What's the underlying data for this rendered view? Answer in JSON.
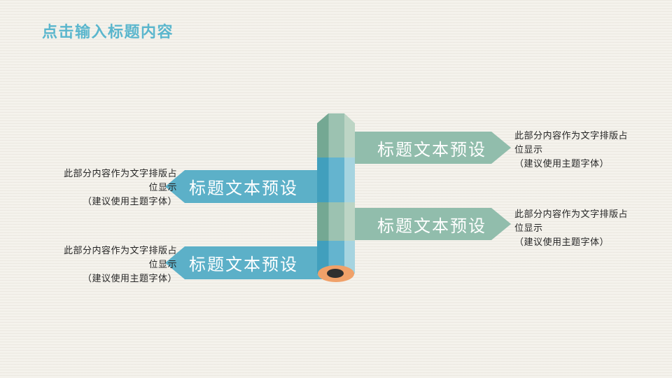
{
  "title": "点击输入标题内容",
  "colors": {
    "background": "#f4f2ec",
    "title_text": "#5ab6cd",
    "banner_green": "#91bdac",
    "banner_blue": "#5cb0c8",
    "banner_text": "#ffffff",
    "description_text": "#262626",
    "pencil_green_dark": "#74a893",
    "pencil_green_mid": "#9cc2b1",
    "pencil_green_light": "#bdd5c5",
    "pencil_blue_dark": "#419fbd",
    "pencil_blue_mid": "#64b4cf",
    "pencil_blue_light": "#a6d4e0",
    "pencil_tip_wood": "#f0a169",
    "pencil_tip_lead": "#2f2f2f"
  },
  "items": [
    {
      "side": "right",
      "label": "标题文本预设",
      "desc": "此部分内容作为文字排版占\n位显示\n（建议使用主题字体）"
    },
    {
      "side": "left",
      "label": "标题文本预设",
      "desc": "此部分内容作为文字排版占\n位显示\n（建议使用主题字体）"
    },
    {
      "side": "right",
      "label": "标题文本预设",
      "desc": "此部分内容作为文字排版占\n位显示\n（建议使用主题字体）"
    },
    {
      "side": "left",
      "label": "标题文本预设",
      "desc": "此部分内容作为文字排版占\n位显示\n（建议使用主题字体）"
    }
  ]
}
